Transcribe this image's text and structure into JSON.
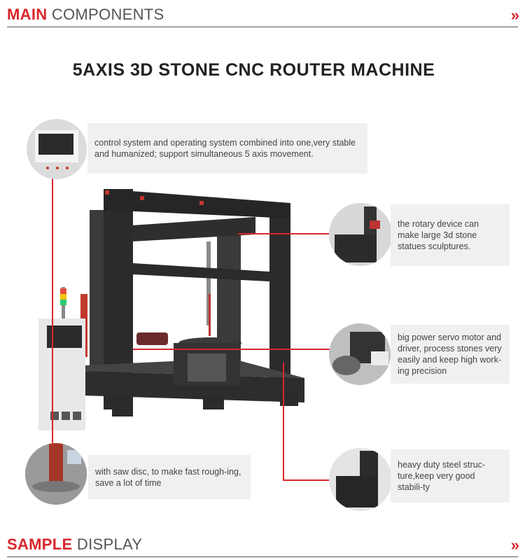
{
  "header_top": {
    "accent": "MAIN",
    "rest": " COMPONENTS",
    "chevron": "»"
  },
  "main_title": "5AXIS 3D STONE CNC ROUTER MACHINE",
  "callouts": {
    "control": "control system and operating system combined into one,very stable and humanized; support  simultaneous 5 axis movement.",
    "rotary": "the rotary device can make large 3d stone statues sculptures.",
    "servo": "big power servo motor and driver, process stones very easily and keep high work-ing precision",
    "saw": "with saw disc, to make fast rough-ing, save a lot of time",
    "steel": "heavy duty steel struc-ture,keep very good stabili-ty"
  },
  "header_bottom": {
    "accent": "SAMPLE",
    "rest": " DISPLAY",
    "chevron": "»"
  },
  "colors": {
    "accent": "#d9262c",
    "box_bg": "#f0f0f0",
    "frame": "#2b2b2b"
  }
}
